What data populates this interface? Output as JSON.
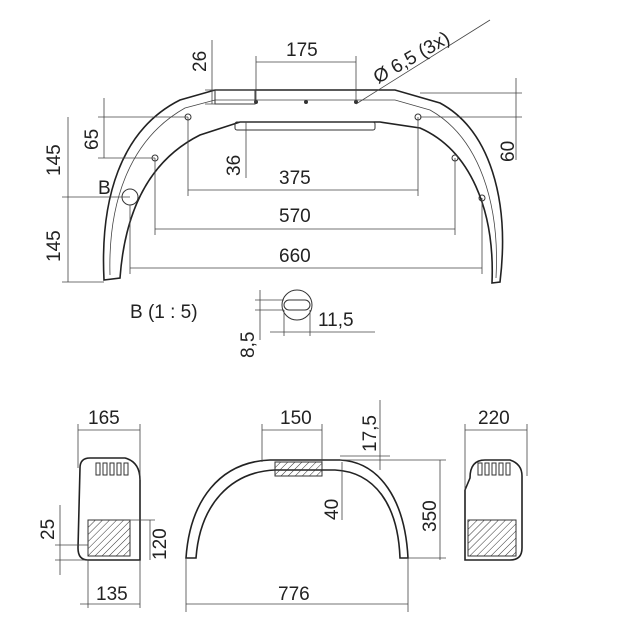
{
  "top_view": {
    "dim_175": "175",
    "dim_26": "26",
    "dim_hole": "Ø 6,5 (3x)",
    "dim_65": "65",
    "dim_145_upper": "145",
    "dim_145_lower": "145",
    "dim_36": "36",
    "dim_375": "375",
    "dim_570": "570",
    "dim_660": "660",
    "dim_60": "60",
    "detail_ref": "B"
  },
  "detail_b": {
    "title": "B (1 : 5)",
    "dim_8_5": "8,5",
    "dim_11_5": "11,5"
  },
  "left_view": {
    "dim_165": "165",
    "dim_25": "25",
    "dim_120": "120",
    "dim_135": "135"
  },
  "front_view": {
    "dim_150": "150",
    "dim_17_5": "17,5",
    "dim_40": "40",
    "dim_350": "350",
    "dim_776": "776"
  },
  "right_view": {
    "dim_220": "220"
  }
}
